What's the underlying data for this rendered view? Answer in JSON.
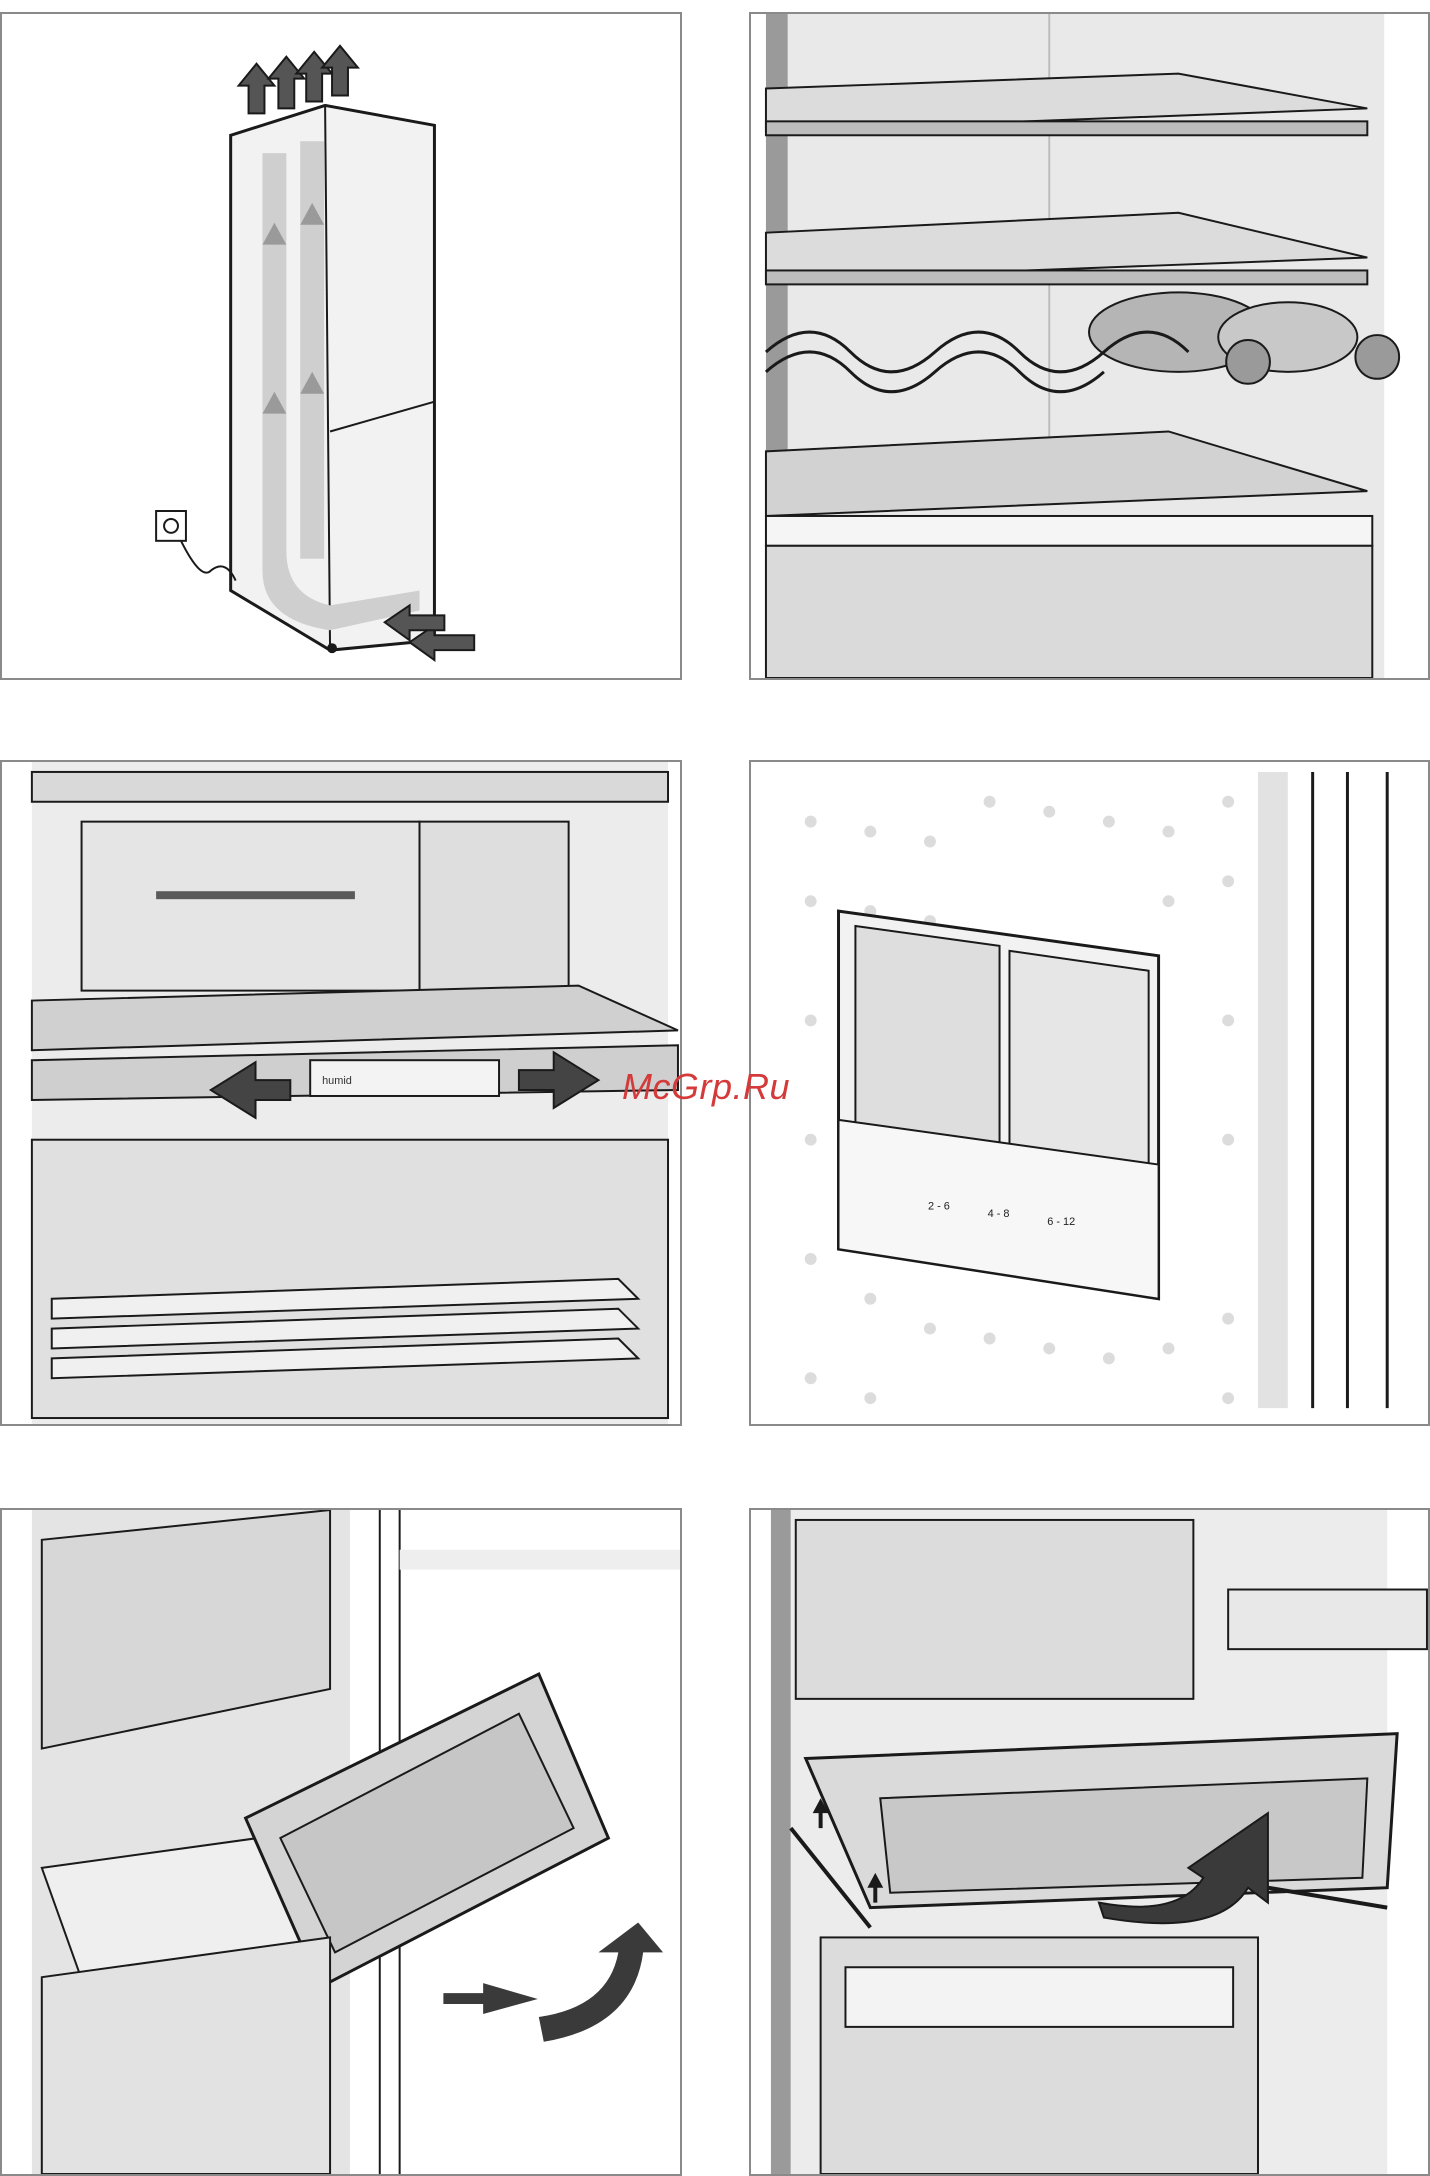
{
  "watermark": "McGrp.Ru",
  "panels": [
    {
      "name": "ventilation-illustration"
    },
    {
      "name": "shelves-wine-rack-illustration"
    },
    {
      "name": "humidity-slider-illustration"
    },
    {
      "name": "freezer-storage-chart-illustration",
      "chart_labels": {
        "col1_range": "2 - 6",
        "col2_range": "4 - 8",
        "col3_range": "6 - 12"
      }
    },
    {
      "name": "crisper-removal-illustration"
    },
    {
      "name": "drawer-removal-illustration"
    }
  ],
  "humidity_control": {
    "label": "humid"
  },
  "colors": {
    "line": "#1a1a1a",
    "panel_border": "#8a8a8a",
    "fill_light": "#e6e6e6",
    "fill_mid": "#bdbdbd",
    "arrow": "#3a3a3a",
    "watermark": "#d43a3a"
  }
}
